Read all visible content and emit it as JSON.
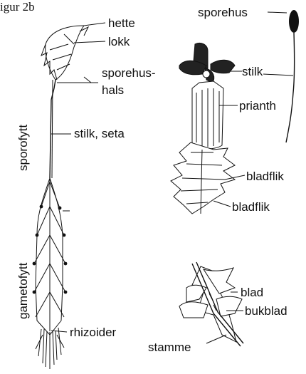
{
  "figure": {
    "title": "igur 2b",
    "side_labels": {
      "sporophyte": "sporofytt",
      "gametophyte": "gametofytt"
    },
    "labels": {
      "hood": "hette",
      "lid": "lokk",
      "capsule_neck_1": "sporehus-",
      "capsule_neck_2": "hals",
      "stalk_seta": "stilk, seta",
      "rhizoids": "rhizoider",
      "capsule": "sporehus",
      "stalk": "stilk",
      "perianth": "prianth",
      "leaf_lobe_1": "bladflik",
      "leaf_lobe_2": "bladflik",
      "leaf": "blad",
      "underleaf": "bukblad",
      "stem": "stamme"
    }
  }
}
